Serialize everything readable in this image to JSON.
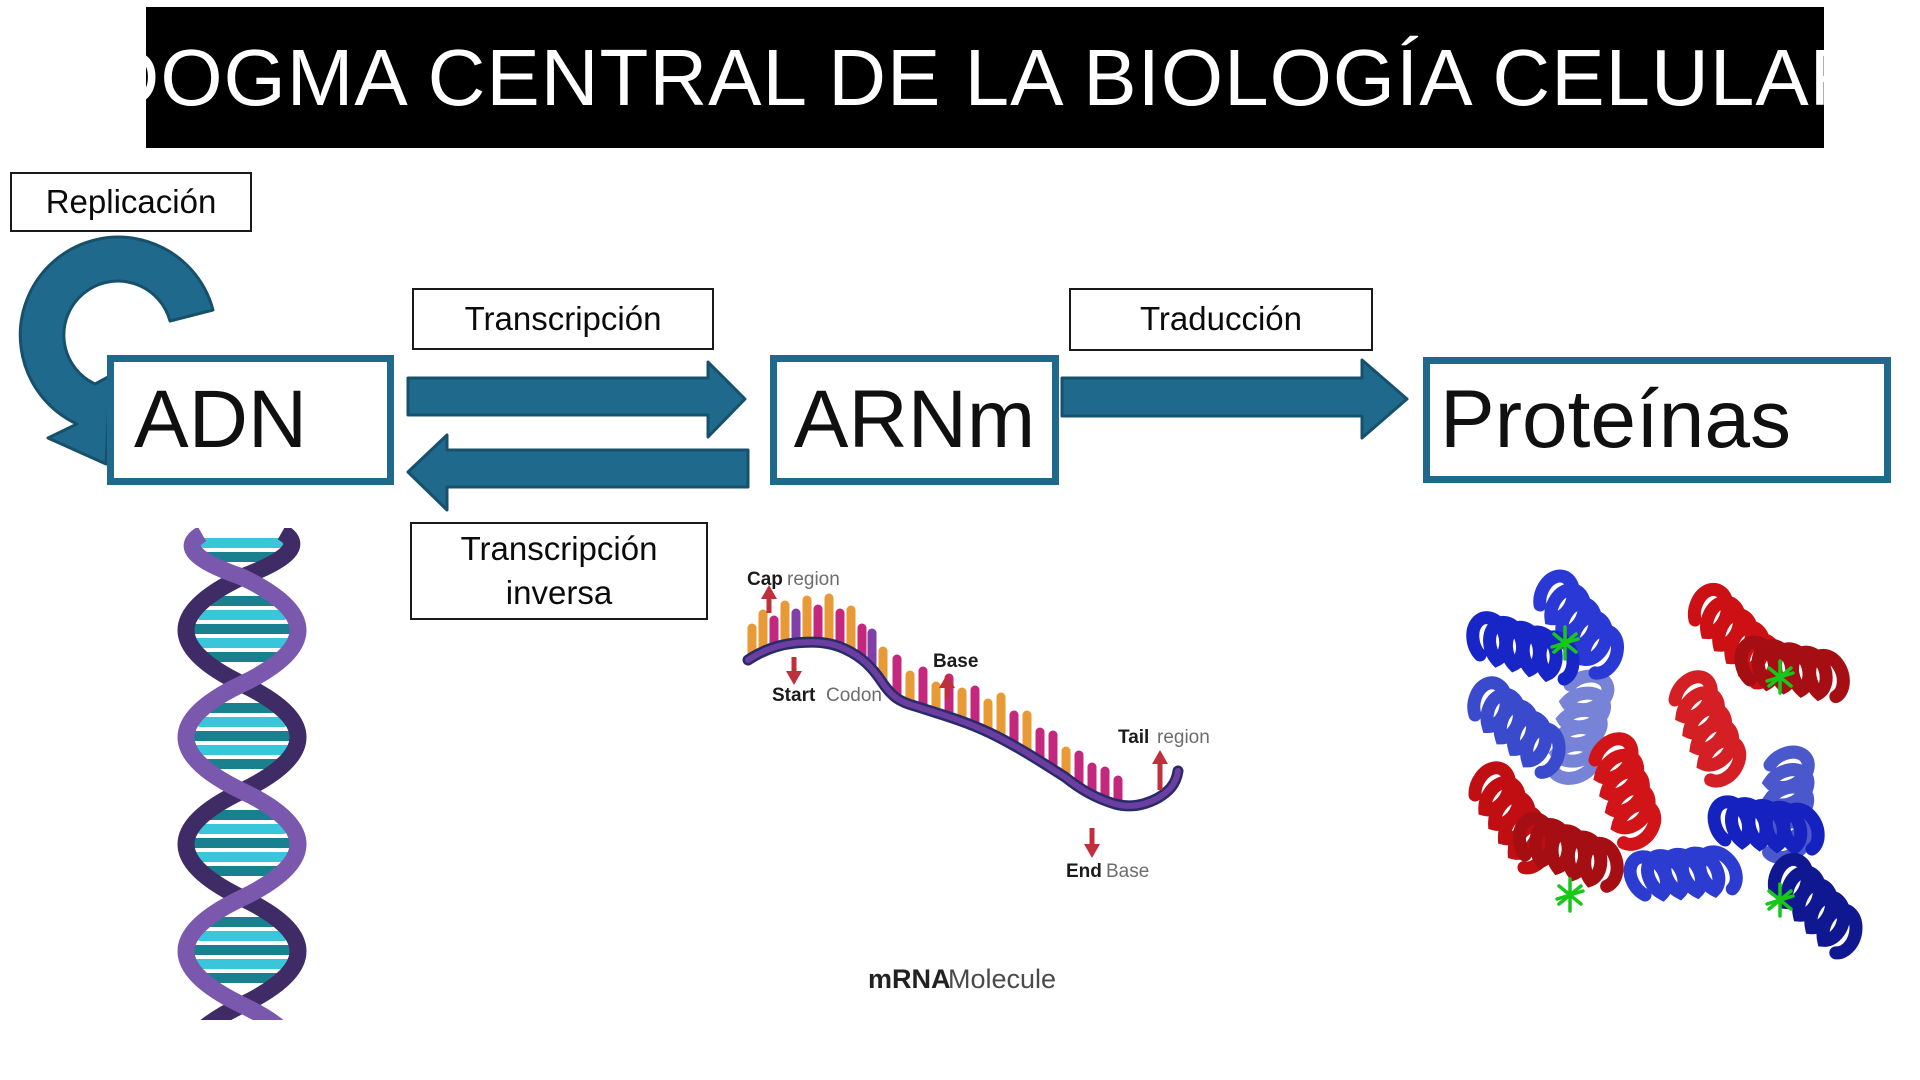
{
  "title": "DOGMA CENTRAL DE LA BIOLOGÍA CELULAR",
  "nodes": {
    "adn": "ADN",
    "arnm": "ARNm",
    "proteinas": "Proteínas"
  },
  "processes": {
    "replicacion": "Replicación",
    "transcripcion": "Transcripción",
    "traduccion": "Traducción",
    "transcripcion_inversa": "Transcripción inversa"
  },
  "mrna": {
    "cap": "Cap",
    "cap_rest": "region",
    "start": "Start",
    "start_rest": "Codon",
    "base": "Base",
    "tail": "Tail",
    "tail_rest": "region",
    "end": "End",
    "end_rest": "Base",
    "caption": "mRNA",
    "caption_rest": "Molecule"
  },
  "colors": {
    "arrow_teal": "#1F6A8C",
    "title_bg": "#000000",
    "mrna_orange": "#E89A36",
    "mrna_magenta": "#C4277E",
    "mrna_violet": "#8040A8",
    "annotation_red": "#C0303C",
    "helix_purple_dark": "#3F2B66",
    "helix_purple_light": "#7A58AE",
    "helix_cyan": "#3AC6DA",
    "protein_red": "#C00E12",
    "protein_blue": "#1826C8",
    "heme_green": "#18C818"
  }
}
